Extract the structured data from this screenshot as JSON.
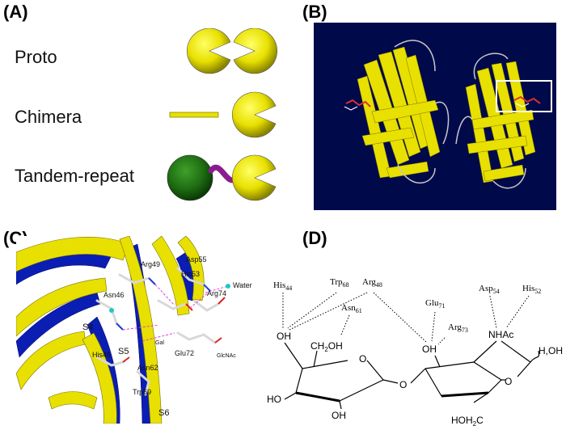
{
  "panels": {
    "a": {
      "label": "(A)"
    },
    "b": {
      "label": "(B)"
    },
    "c": {
      "label": "(C)"
    },
    "d": {
      "label": "(D)"
    }
  },
  "galectin_types": [
    {
      "label": "Proto"
    },
    {
      "label": "Chimera"
    },
    {
      "label": "Tandem-repeat"
    }
  ],
  "colors": {
    "crd_yellow": "#e8e000",
    "crd_green": "#1f6e12",
    "linker_purple": "#8a1c8f",
    "structure_bg": "#000a4a",
    "strand_blue": "#0a1eb4"
  },
  "panel_c_labels": {
    "arg49": "Arg49",
    "asp55": "Asp55",
    "his53": "His53",
    "water": "Water",
    "arg74": "Arg74",
    "asn46": "Asn46",
    "s4": "S4",
    "his45": "His45",
    "s5": "S5",
    "gal": "Gal",
    "glu72": "Glu72",
    "glcnac": "GlcNAc",
    "asn62": "Asn62",
    "trp69": "Trp69",
    "s6": "S6"
  },
  "panel_d_labels": {
    "his44": "His",
    "his44_sub": "44",
    "trp68": "Trp",
    "trp68_sub": "68",
    "arg48": "Arg",
    "arg48_sub": "48",
    "asn61": "Asn",
    "asn61_sub": "61",
    "glu71": "Glu",
    "glu71_sub": "71",
    "arg73": "Arg",
    "arg73_sub": "73",
    "asp54": "Asp",
    "asp54_sub": "54",
    "his52": "His",
    "his52_sub": "52",
    "oh1": "OH",
    "ch2oh": "CH",
    "ch2oh_sub": "2",
    "ch2oh_end": "OH",
    "ho_left": "HO",
    "oh_bottom1": "OH",
    "o_ring1": "O",
    "o_link": "O",
    "oh_mid": "OH",
    "nhac": "NHAc",
    "o_ring2": "O",
    "hoh2c": "HOH",
    "hoh2c_sub": "2",
    "hoh2c_end": "C",
    "h_oh": "H,OH"
  }
}
